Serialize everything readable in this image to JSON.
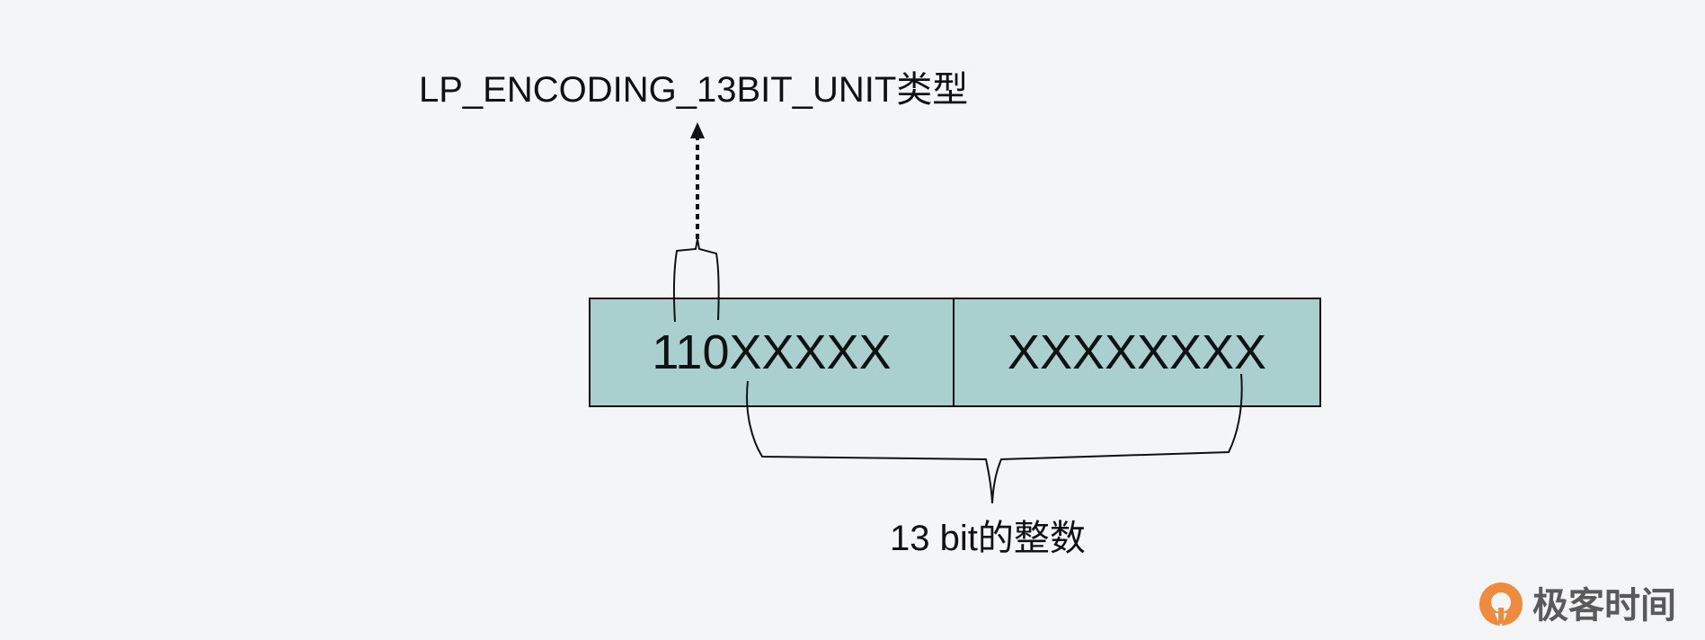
{
  "diagram": {
    "type_label": "LP_ENCODING_13BIT_UNIT类型",
    "field_left_text": "110XXXXX",
    "field_right_text": "XXXXXXXX",
    "bottom_label": "13 bit的整数",
    "colors": {
      "background": "#f4f5f7",
      "field_fill": "#aacfcf",
      "stroke": "#111111",
      "brand_orange": "#f08a3c"
    }
  },
  "brand": {
    "icon": "geektime-logo-icon",
    "text": "极客时间"
  }
}
